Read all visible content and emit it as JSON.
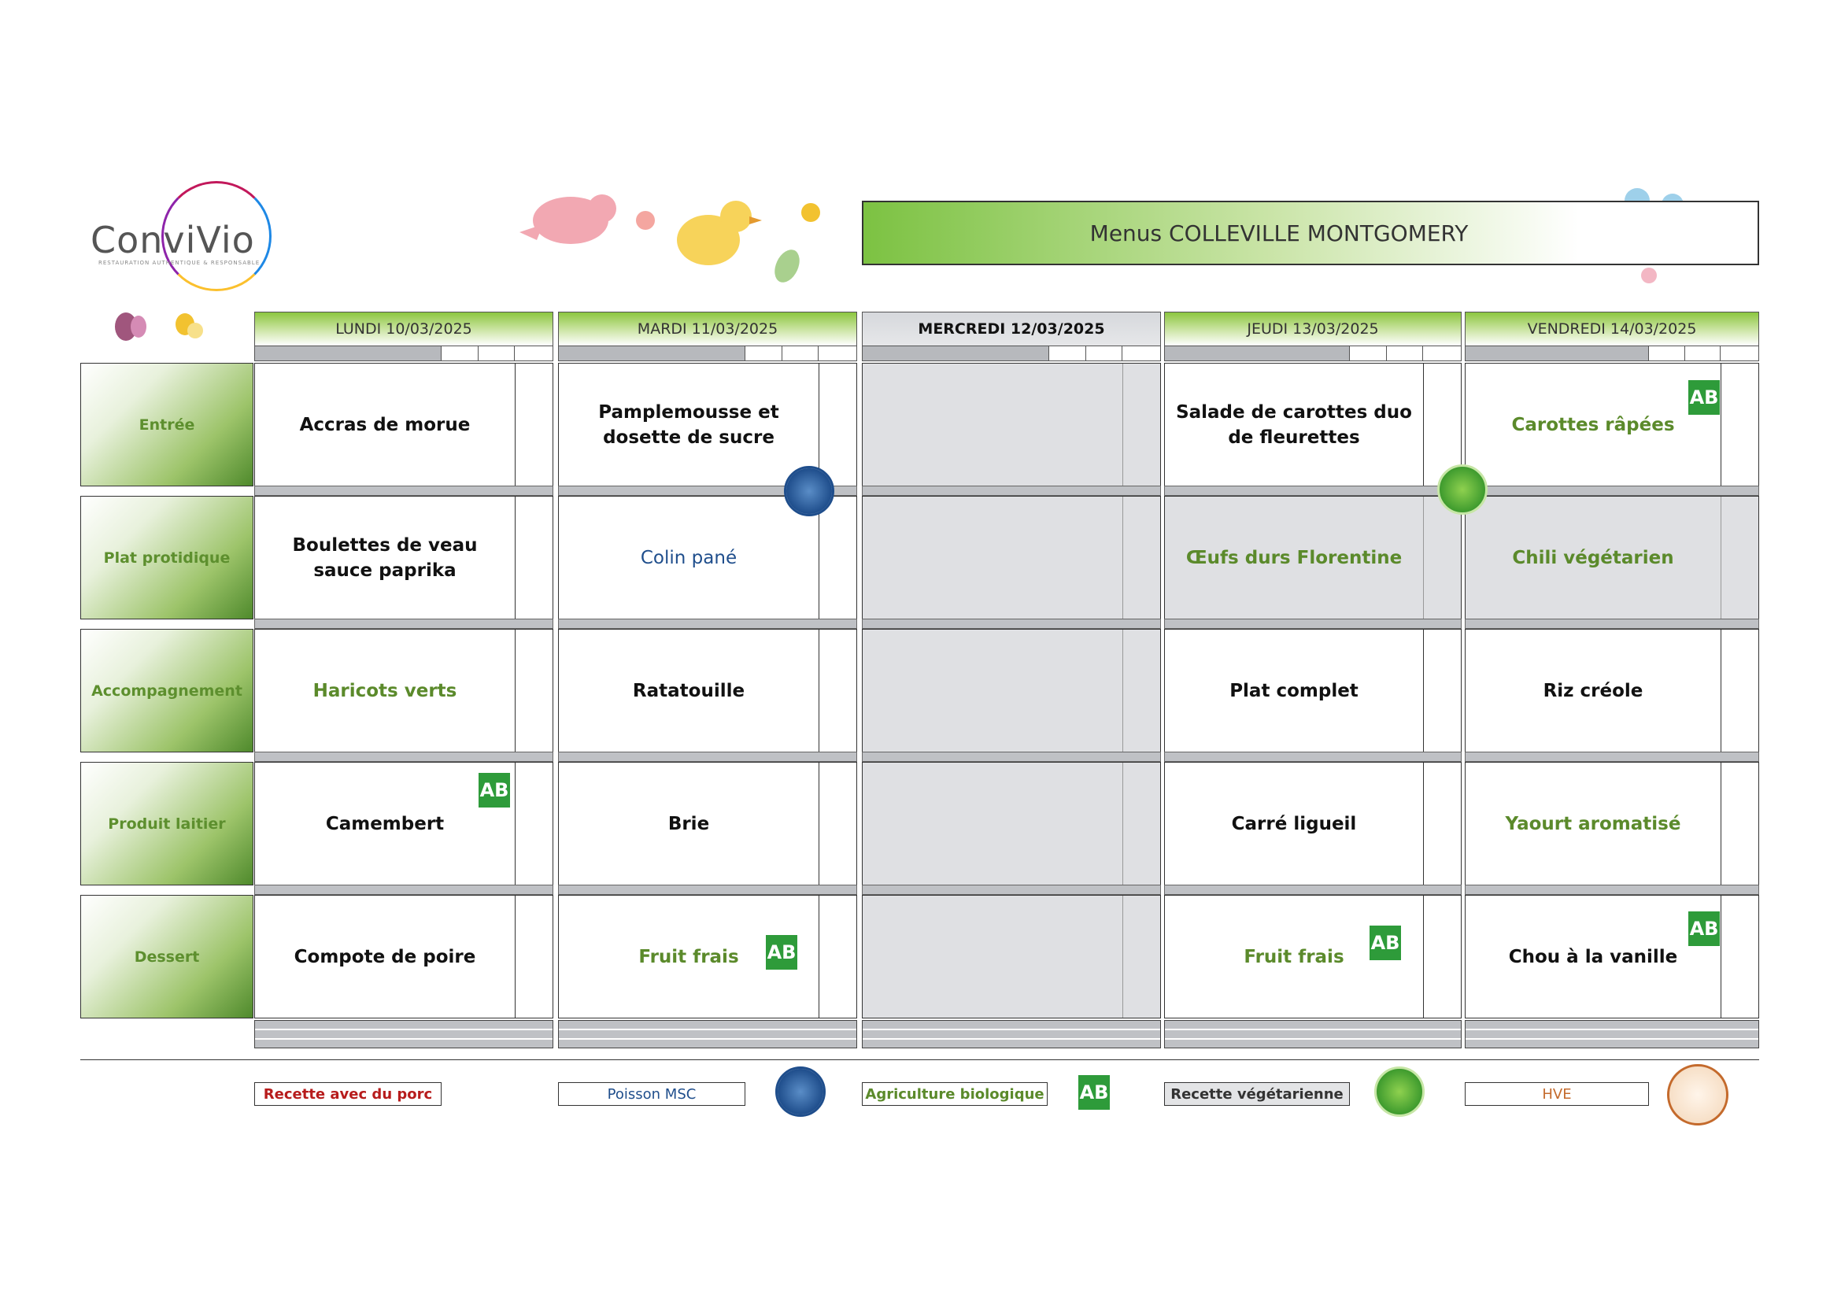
{
  "brand": {
    "name": "ConviVio",
    "tagline": "RESTAURATION AUTHENTIQUE & RESPONSABLE"
  },
  "title": "Menus COLLEVILLE MONTGOMERY",
  "days": [
    {
      "label": "LUNDI  10/03/2025"
    },
    {
      "label": "MARDI 11/03/2025"
    },
    {
      "label": "MERCREDI 12/03/2025"
    },
    {
      "label": "JEUDI 13/03/2025"
    },
    {
      "label": "VENDREDI 14/03/2025"
    }
  ],
  "rows": [
    {
      "label": "Entrée"
    },
    {
      "label": "Plat protidique"
    },
    {
      "label": "Accompagnement"
    },
    {
      "label": "Produit laitier"
    },
    {
      "label": "Dessert"
    }
  ],
  "menu": {
    "mon": [
      "Accras de morue",
      "Boulettes de veau sauce paprika",
      "Haricots verts",
      "Camembert",
      "Compote de poire"
    ],
    "tue": [
      "Pamplemousse et dosette de sucre",
      "Colin pané",
      "Ratatouille",
      "Brie",
      "Fruit frais"
    ],
    "thu": [
      "Salade de carottes duo de fleurettes",
      "Œufs durs Florentine",
      "Plat complet",
      "Carré ligueil",
      "Fruit frais"
    ],
    "fri": [
      "Carottes râpées",
      "Chili végétarien",
      "Riz créole",
      "Yaourt aromatisé",
      "Chou à la vanille"
    ]
  },
  "badges": {
    "ab": "AB"
  },
  "legend": {
    "pork": "Recette avec du porc",
    "msc": "Poisson MSC",
    "bio": "Agriculture biologique",
    "veg": "Recette végétarienne",
    "hve": "HVE"
  },
  "colors": {
    "green_header": "#8cc63f",
    "green_text": "#5b8a2b",
    "blue_text": "#1f4e8c",
    "pork_red": "#b71c1c",
    "hve_brown": "#c46a2c",
    "grey_cell": "#dfe0e3"
  }
}
